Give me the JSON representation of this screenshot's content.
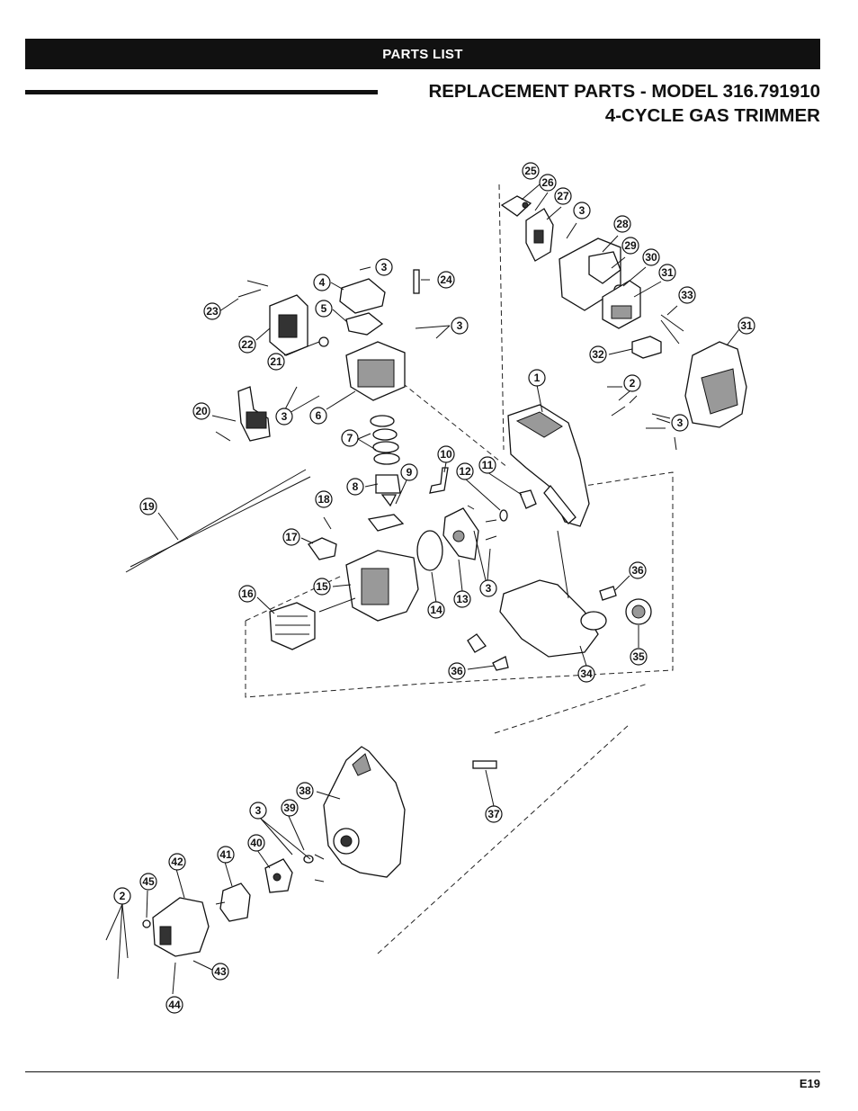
{
  "header": {
    "section_label": "PARTS LIST"
  },
  "title": {
    "line1": "REPLACEMENT PARTS - MODEL 316.791910",
    "line2": "4-CYCLE GAS TRIMMER"
  },
  "callouts": [
    "1",
    "2",
    "3",
    "4",
    "5",
    "6",
    "7",
    "8",
    "9",
    "10",
    "11",
    "12",
    "13",
    "14",
    "15",
    "16",
    "17",
    "18",
    "19",
    "20",
    "21",
    "22",
    "23",
    "24",
    "25",
    "26",
    "27",
    "28",
    "29",
    "30",
    "31",
    "32",
    "33",
    "34",
    "35",
    "36",
    "37",
    "38",
    "39",
    "40",
    "41",
    "42",
    "43",
    "44",
    "45"
  ],
  "labels": {
    "c1": "1",
    "c2a": "2",
    "c2b": "2",
    "c3a": "3",
    "c3b": "3",
    "c3c": "3",
    "c3d": "3",
    "c3e": "3",
    "c3f": "3",
    "c3g": "3",
    "c4": "4",
    "c5": "5",
    "c6": "6",
    "c7": "7",
    "c8": "8",
    "c9": "9",
    "c10": "10",
    "c11": "11",
    "c12": "12",
    "c13": "13",
    "c14": "14",
    "c15": "15",
    "c16": "16",
    "c17": "17",
    "c18": "18",
    "c19": "19",
    "c20": "20",
    "c21": "21",
    "c22": "22",
    "c23": "23",
    "c24": "24",
    "c25": "25",
    "c26": "26",
    "c27": "27",
    "c28": "28",
    "c29": "29",
    "c30": "30",
    "c31a": "31",
    "c31b": "31",
    "c32": "32",
    "c33": "33",
    "c34": "34",
    "c35": "35",
    "c36a": "36",
    "c36b": "36",
    "c37": "37",
    "c38": "38",
    "c39": "39",
    "c40": "40",
    "c41": "41",
    "c42": "42",
    "c43": "43",
    "c44": "44",
    "c45": "45"
  },
  "footer": {
    "page_number": "E19"
  }
}
